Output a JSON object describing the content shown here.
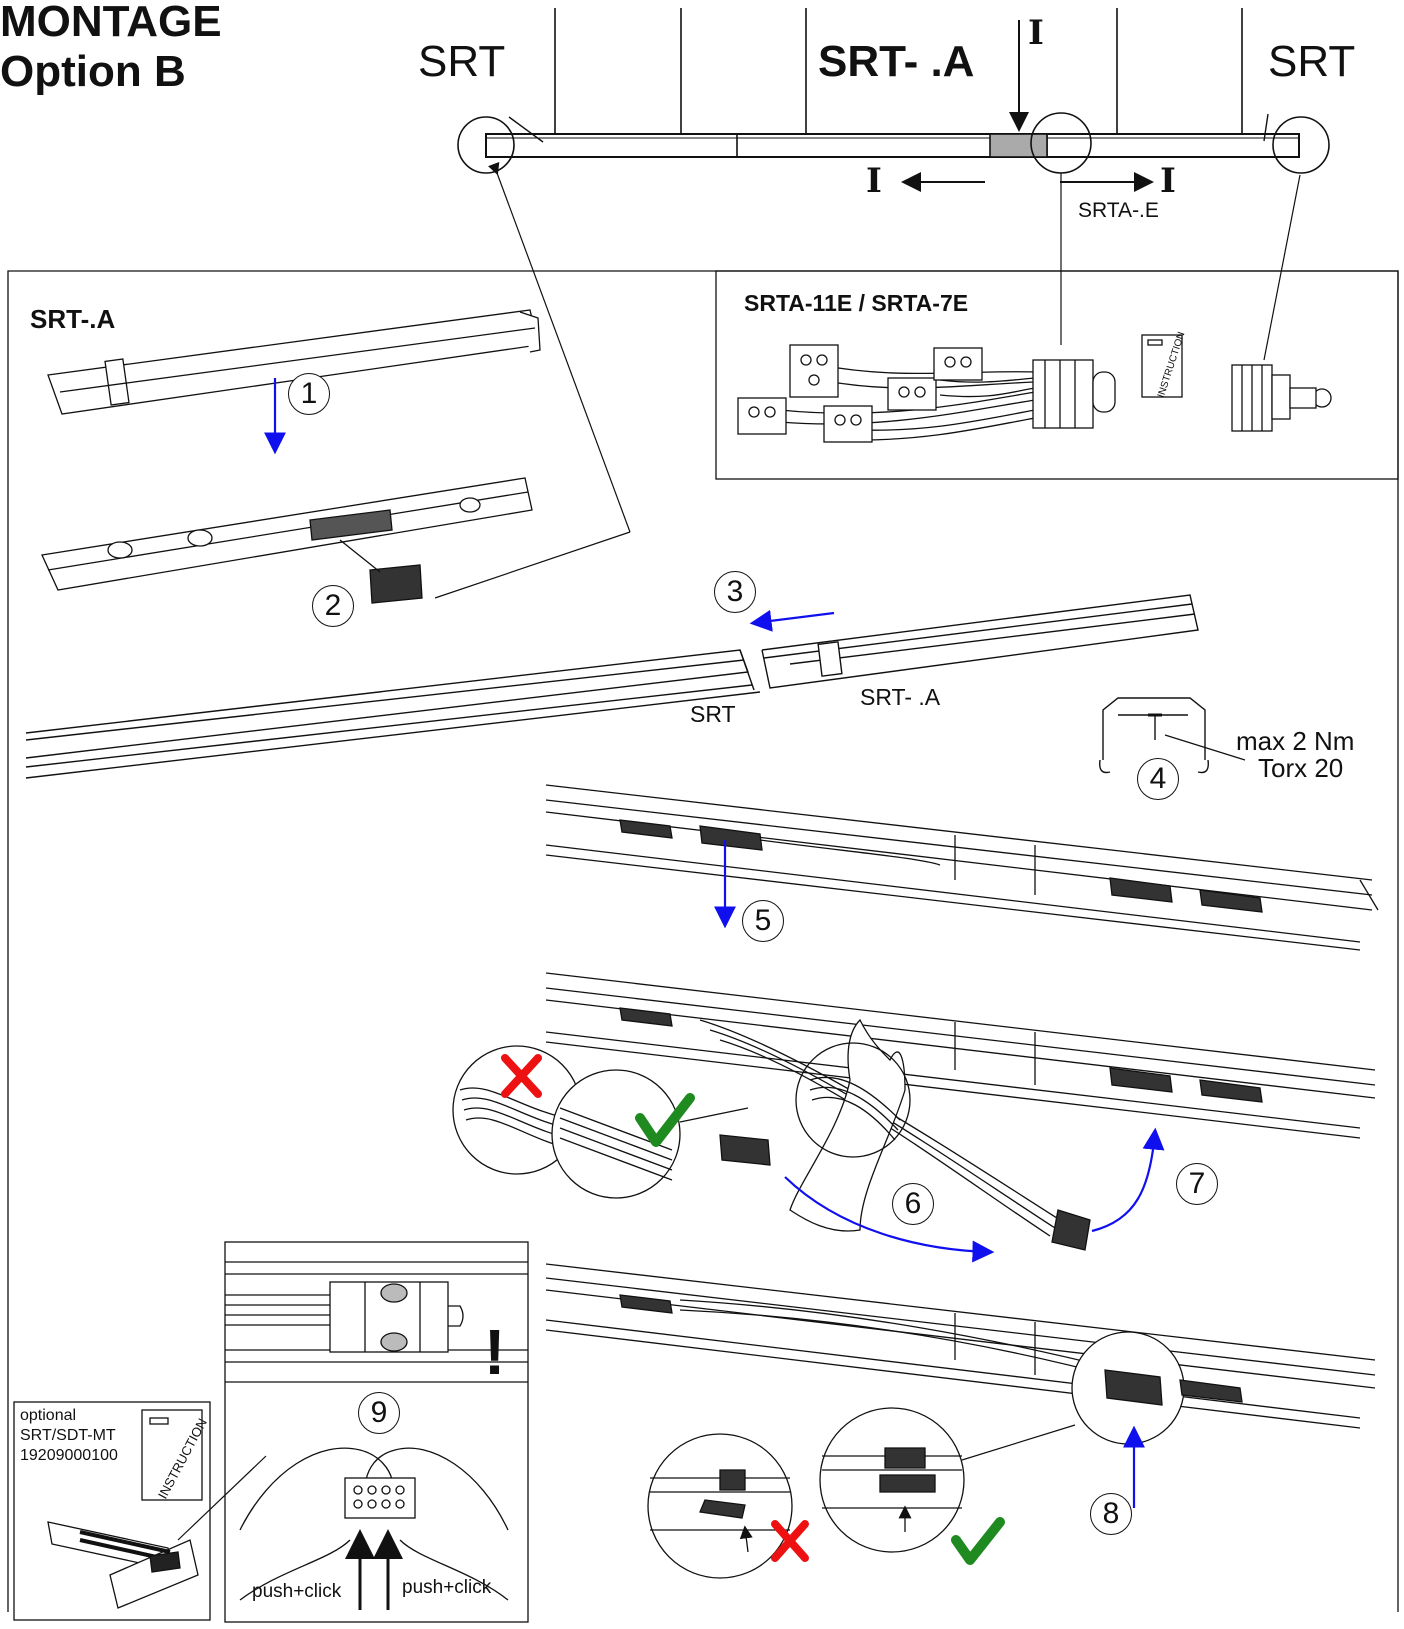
{
  "title": {
    "line1": "MONTAGE",
    "line2": "Option B"
  },
  "overview": {
    "label_left": "SRT",
    "label_center": "SRT- .A",
    "label_right": "SRT",
    "section_mark": "I",
    "connector_label": "SRTA-.E"
  },
  "kit_box": {
    "title": "SRTA-11E / SRTA-7E",
    "leaflet_text": "INSTRUCTION"
  },
  "main_box": {
    "title": "SRT-.A"
  },
  "steps": [
    "1",
    "2",
    "3",
    "4",
    "5",
    "6",
    "7",
    "8",
    "9"
  ],
  "labels": {
    "srt": "SRT",
    "srt_a": "SRT- .A",
    "torque": "max 2 Nm",
    "torx": "Torx 20",
    "push_click": "push+click",
    "warning": "!"
  },
  "optional": {
    "line1": "optional",
    "line2": "SRT/SDT-MT",
    "line3": "19209000100",
    "leaflet_text": "INSTRUCTION"
  },
  "colors": {
    "arrow": "#1010ee",
    "wrong": "#ee1111",
    "right": "#1f8a1f",
    "line": "#111111",
    "highlight": "#aaaaaa"
  },
  "icons": [
    "cross-icon",
    "check-icon",
    "arrow-icon",
    "hand-icon",
    "connector-icon"
  ]
}
